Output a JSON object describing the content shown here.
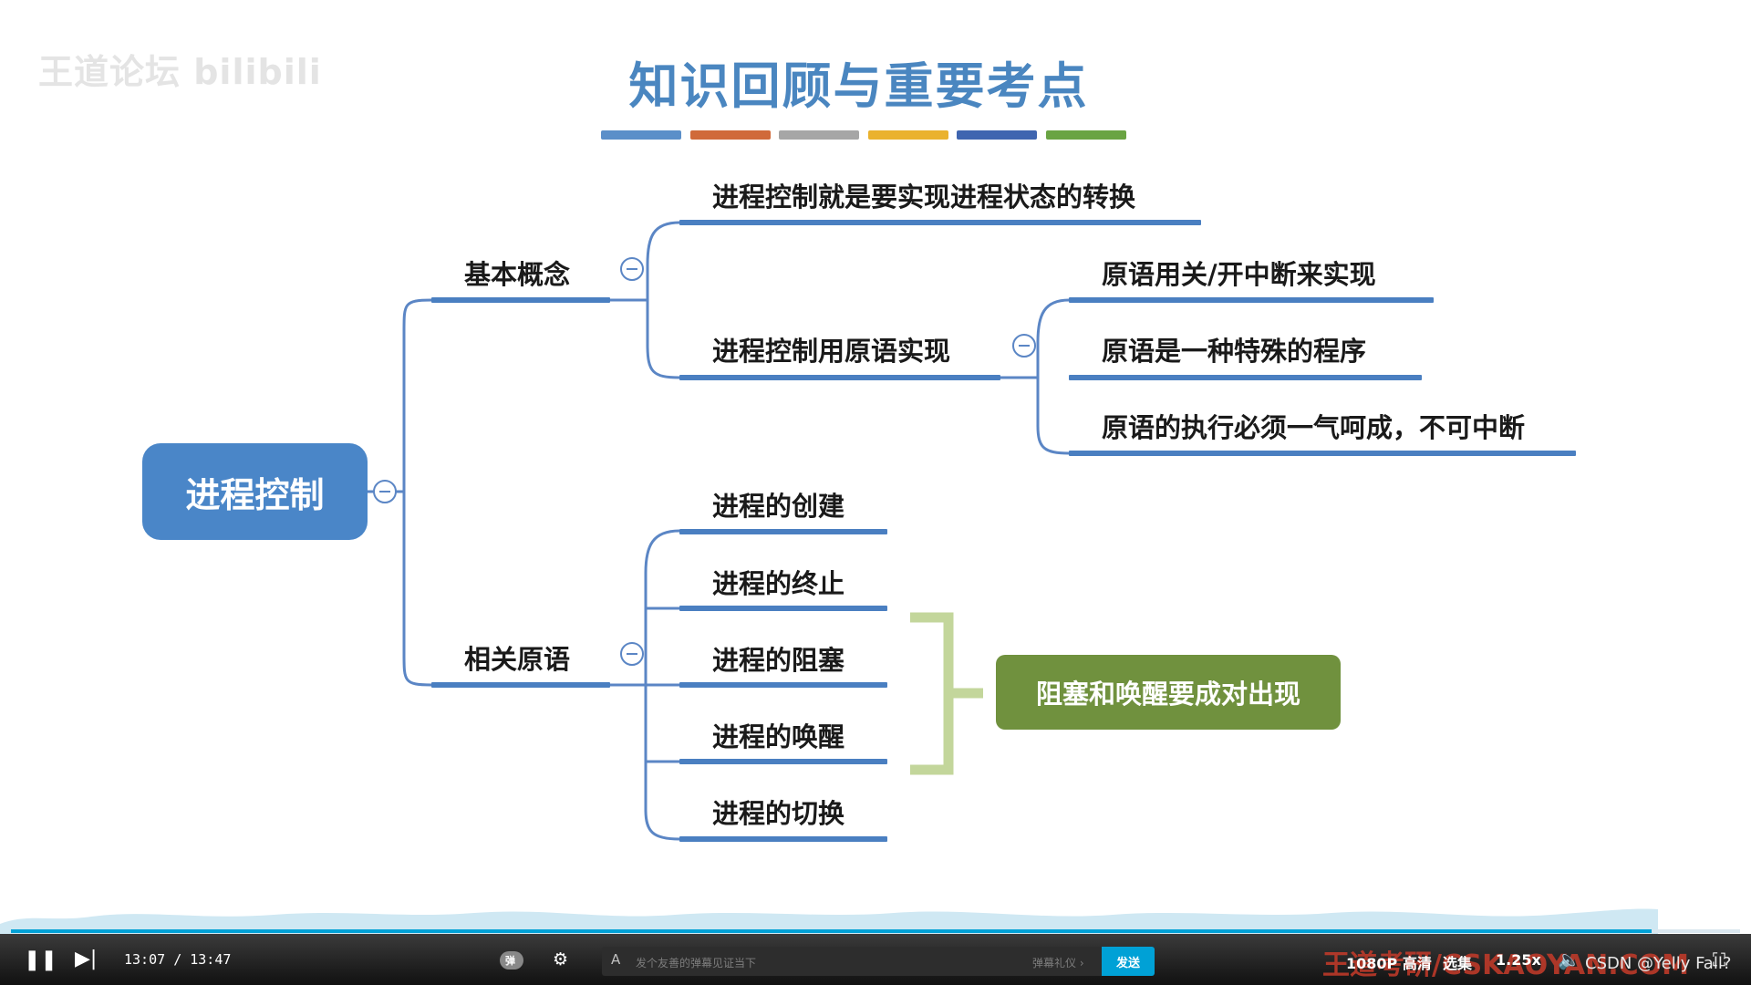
{
  "watermark": "王道论坛 bilibili",
  "slide": {
    "title": "知识回顾与重要考点",
    "title_bar_colors": [
      "#5b8fc9",
      "#d06a3a",
      "#a6a6a6",
      "#eab22e",
      "#3f65b0",
      "#6aa443"
    ]
  },
  "mindmap": {
    "root": "进程控制",
    "basic_concept": {
      "label": "基本概念",
      "items": [
        "进程控制就是要实现进程状态的转换",
        "进程控制用原语实现"
      ],
      "primitive_details": [
        "原语用关/开中断来实现",
        "原语是一种特殊的程序",
        "原语的执行必须一气呵成，不可中断"
      ]
    },
    "related_primitives": {
      "label": "相关原语",
      "items": [
        "进程的创建",
        "进程的终止",
        "进程的阻塞",
        "进程的唤醒",
        "进程的切换"
      ]
    },
    "callout": "阻塞和唤醒要成对出现"
  },
  "player": {
    "current_time": "13:07",
    "total_time": "13:47",
    "progress": 0.949,
    "danmaku_toggle_label": "弹",
    "danmaku_placeholder": "发个友善的弹幕见证当下",
    "danmaku_etiquette": "弹幕礼仪 ›",
    "send_label": "发送",
    "quality": "1080P 高清",
    "episodes": "选集",
    "speed": "1.25x",
    "brand": "王道考研/CSKAOYAN.COM",
    "credit": "CSDN @Yelly Fall?",
    "accent": "#00a1d6"
  }
}
